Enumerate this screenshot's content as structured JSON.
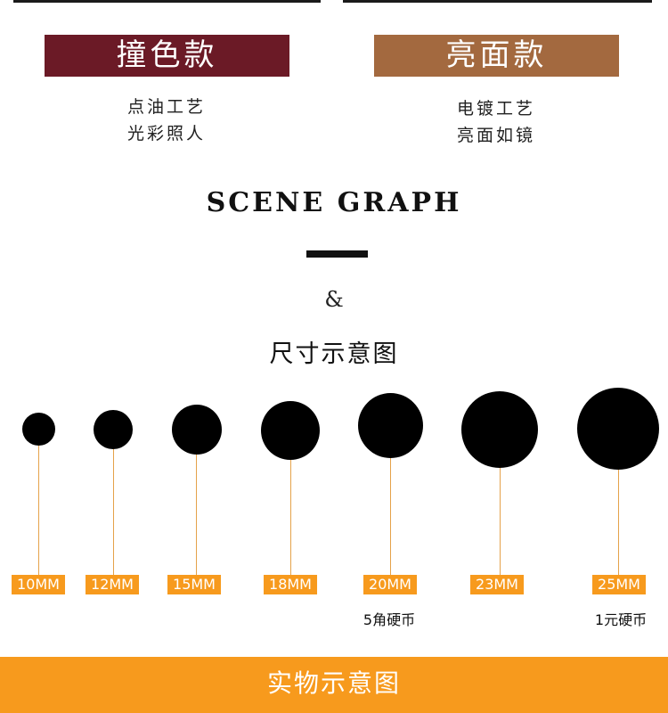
{
  "styles": [
    {
      "title": "撞色款",
      "color": "#6b1a26",
      "lines": [
        "点油工艺",
        "光彩照人"
      ]
    },
    {
      "title": "亮面款",
      "color": "#a3693f",
      "lines": [
        "电镀工艺",
        "亮面如镜"
      ]
    }
  ],
  "scene": {
    "title": "SCENE GRAPH",
    "ampersand": "&"
  },
  "size_chart": {
    "title": "尺寸示意图",
    "items": [
      {
        "size": "10MM",
        "note": ""
      },
      {
        "size": "12MM",
        "note": ""
      },
      {
        "size": "15MM",
        "note": ""
      },
      {
        "size": "18MM",
        "note": ""
      },
      {
        "size": "20MM",
        "note": "5角硬币"
      },
      {
        "size": "23MM",
        "note": ""
      },
      {
        "size": "25MM",
        "note": "1元硬币"
      }
    ]
  },
  "footer": {
    "title": "实物示意图"
  },
  "colors": {
    "accent": "#f79a1d",
    "stem": "#e5a24a"
  }
}
